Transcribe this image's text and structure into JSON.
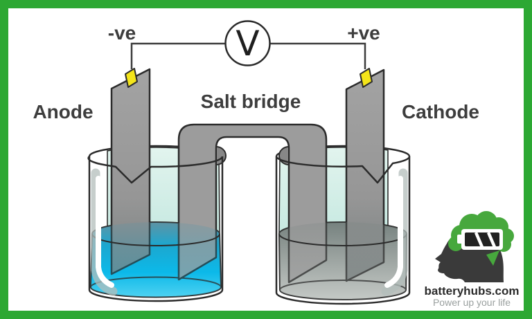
{
  "labels": {
    "negative": "-ve",
    "positive": "+ve",
    "anode": "Anode",
    "cathode": "Cathode",
    "salt_bridge": "Salt bridge",
    "voltmeter": "V"
  },
  "branding": {
    "site": "batteryhubs.com",
    "tagline": "Power up your life"
  },
  "colors": {
    "frame_green": "#2da833",
    "logo_green": "#47a83d",
    "outline": "#2b2b2b",
    "electrode_gray": "#9b9b9b",
    "terminal_yellow": "#f4e51a",
    "upper_solution_cyan": "#d6eee7",
    "anode_solution_blue": "#0cb9e9",
    "cathode_solution_gray": "#98a09d",
    "head_silhouette": "#3a3a3a"
  }
}
